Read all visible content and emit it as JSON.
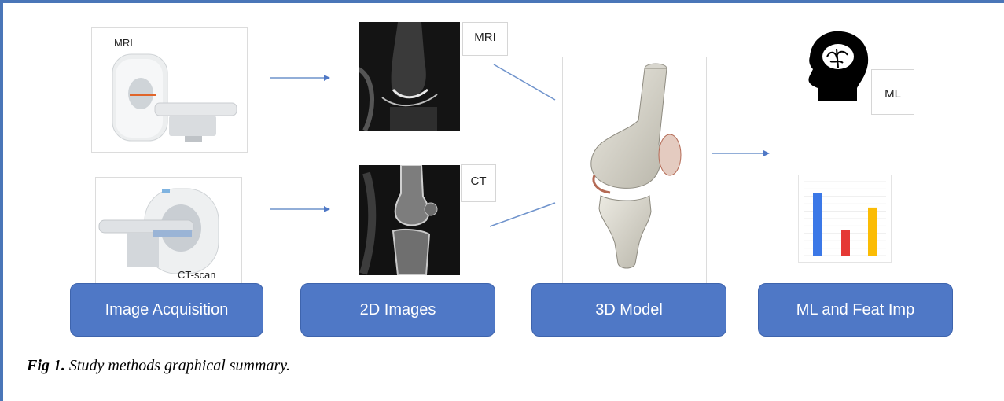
{
  "tiles": {
    "mri_machine_label": "MRI",
    "ct_machine_label": "CT-scan",
    "mri_scan_label": "MRI",
    "ct_scan_label": "CT",
    "ml_label": "ML"
  },
  "stages": [
    {
      "label": "Image Acquisition"
    },
    {
      "label": "2D Images"
    },
    {
      "label": "3D Model"
    },
    {
      "label": "ML and Feat Imp"
    }
  ],
  "caption": {
    "prefix": "Fig 1.",
    "text": " Study methods graphical summary."
  },
  "colors": {
    "frame": "#4a76b8",
    "stage_fill": "#4f78c6",
    "arrow": "#6f93cc",
    "bar_blue": "#3b78e7",
    "bar_red": "#e53935",
    "bar_yellow": "#fbbc05"
  },
  "chart_data": {
    "type": "bar",
    "categories": [
      "",
      "",
      ""
    ],
    "values": [
      85,
      35,
      65
    ],
    "ylim": [
      0,
      100
    ],
    "grid": true,
    "title": "",
    "xlabel": "",
    "ylabel": ""
  }
}
